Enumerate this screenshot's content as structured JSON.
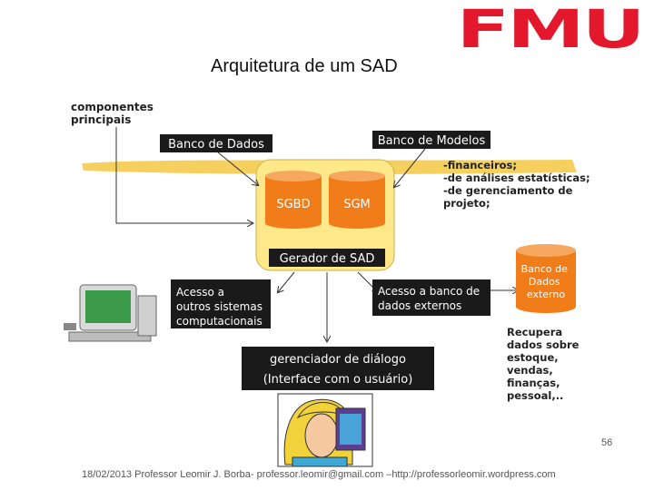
{
  "logo": {
    "text": "FMU",
    "color": "#e3182d"
  },
  "slide": {
    "title": "Arquitetura de um SAD"
  },
  "diagram": {
    "components_label": [
      "componentes",
      "principais"
    ],
    "db_box": "Banco de Dados",
    "models_box": "Banco de Modelos",
    "sgbd": "SGBD",
    "sgm": "SGM",
    "generator": "Gerador de SAD",
    "model_types": [
      "-financeiros;",
      "-de análises estatísticas;",
      "-de gerenciamento de",
      "projeto;"
    ],
    "access_other": [
      "Acesso a",
      "outros sistemas",
      "computacionais"
    ],
    "access_external": [
      "Acesso a banco de",
      "dados externos"
    ],
    "external_db": [
      "Banco de",
      "Dados",
      "externo"
    ],
    "retrieves": [
      "Recupera",
      "dados sobre",
      "estoque,",
      "vendas,",
      "finanças,",
      "pessoal,.."
    ],
    "dialog_manager": [
      "gerenciador de diálogo",
      "(Interface com o usuário)"
    ],
    "colors": {
      "yellow": "#ffe88a",
      "dark": "#1a1a1a",
      "orange": "#f07d1a",
      "brush": "#f5c842"
    }
  },
  "footer": {
    "text": "18/02/2013 Professor Leomir J. Borba- professor.leomir@gmail.com –http://professorleomir.wordpress.com",
    "page": "56"
  }
}
